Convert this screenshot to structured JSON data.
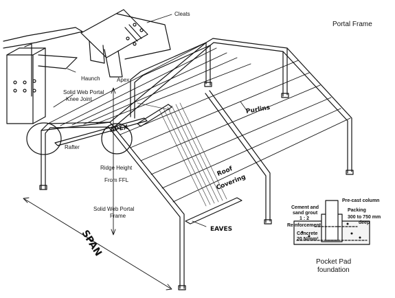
{
  "title": "Portal Frame",
  "labels": {
    "cleats": "Cleats",
    "apex_detail": "Apex",
    "haunch": "Haunch",
    "knee_joint_1": "Solid Web Portal",
    "knee_joint_2": "Knee Joint",
    "rafter": "Rafter",
    "apex": "APEX",
    "purlins": "Purlins",
    "ridge_height": "Ridge Height",
    "from_ffl": "From FFL",
    "roof_covering_1": "Roof",
    "roof_covering_2": "Covering",
    "frame_1": "Solid Web Portal",
    "frame_2": "Frame",
    "eaves": "EAVES",
    "span": "SPAN"
  },
  "foundation": {
    "precast_column": "Pre-cast column",
    "grout_1": "Cement and",
    "grout_2": "sand grout",
    "grout_3": "1 : 2",
    "packing": "Packing",
    "depth_1": "300 to 750 mm",
    "depth_2": "deep",
    "reinforcement": "Reinforcement",
    "concrete_1": "Concrete",
    "concrete_2": "20 N/mm²",
    "caption_1": "Pocket Pad",
    "caption_2": "foundation"
  },
  "colors": {
    "ink": "#111111",
    "paper": "#ffffff",
    "shade": "#555555"
  }
}
